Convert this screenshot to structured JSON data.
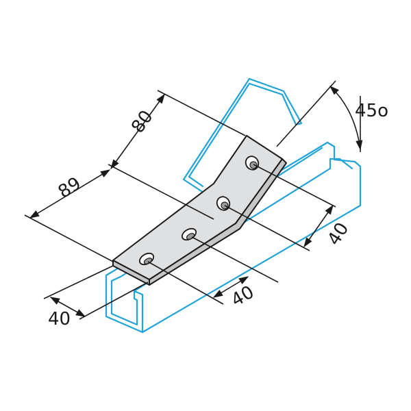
{
  "dimensions": {
    "top_length": "80",
    "bottom_length": "89",
    "angle": "45o",
    "right_spacing": "40",
    "hole_spacing": "40",
    "left_edge": "40"
  },
  "colors": {
    "channel": "#1fa3d8",
    "plate_face": "#dfe0e1",
    "plate_edge": "#c4c6c8",
    "ink": "#1a1a1a"
  }
}
